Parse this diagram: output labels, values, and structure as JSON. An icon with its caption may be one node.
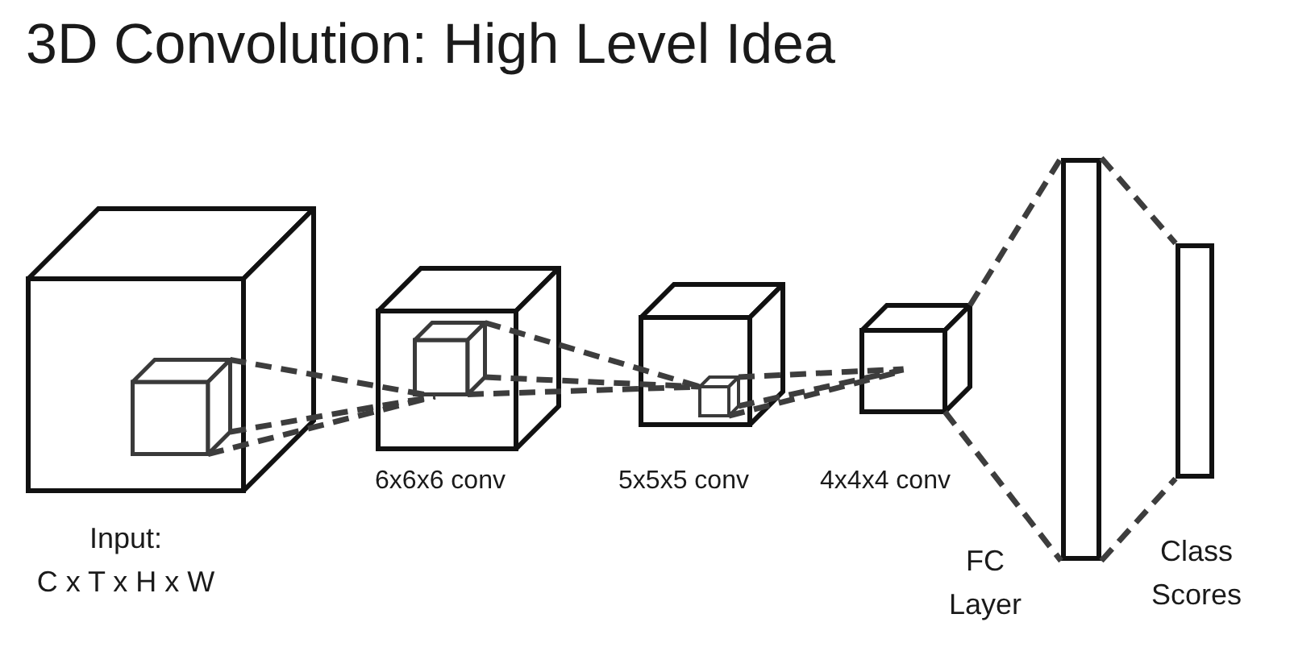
{
  "diagram": {
    "title": "3D Convolution: High Level Idea",
    "nodes": [
      {
        "text": [],
        "shape": "cube",
        "beside": [
          "Input: C x T x H x W"
        ]
      },
      {
        "text": [],
        "shape": "cube",
        "in": 0
      },
      {
        "text": [],
        "shape": "cube",
        "beside": [
          "6x6x6 conv"
        ]
      },
      {
        "text": [],
        "shape": "cube",
        "in": 2
      },
      {
        "text": [],
        "shape": "cube",
        "beside": [
          "5x5x5 conv"
        ]
      },
      {
        "text": [],
        "shape": "cube",
        "in": 4
      },
      {
        "text": [],
        "shape": "cube",
        "beside": [
          "4x4x4 conv"
        ]
      },
      {
        "text": [],
        "shape": "bar",
        "beside": [
          "FC Layer"
        ]
      },
      {
        "text": [],
        "shape": "bar",
        "beside": [
          "Class Scores"
        ]
      }
    ],
    "edges": [
      {
        "from": 1,
        "to": 3,
        "arrow": "none",
        "style": "dashed"
      },
      {
        "from": 1,
        "to": 3,
        "arrow": "none",
        "style": "dashed"
      },
      {
        "from": 1,
        "to": 3,
        "arrow": "none",
        "style": "dashed"
      },
      {
        "from": 3,
        "to": 5,
        "arrow": "none",
        "style": "dashed"
      },
      {
        "from": 3,
        "to": 5,
        "arrow": "none",
        "style": "dashed"
      },
      {
        "from": 3,
        "to": 5,
        "arrow": "none",
        "style": "dashed"
      },
      {
        "from": 5,
        "to": 6,
        "arrow": "none",
        "style": "dashed"
      },
      {
        "from": 5,
        "to": 6,
        "arrow": "none",
        "style": "dashed"
      },
      {
        "from": 5,
        "to": 6,
        "arrow": "none",
        "style": "dashed"
      },
      {
        "from": 6,
        "to": 7,
        "arrow": "none",
        "style": "dashed"
      },
      {
        "from": 6,
        "to": 7,
        "arrow": "none",
        "style": "dashed"
      },
      {
        "from": 7,
        "to": 8,
        "arrow": "none",
        "style": "dashed"
      },
      {
        "from": 7,
        "to": 8,
        "arrow": "none",
        "style": "dashed"
      }
    ]
  }
}
